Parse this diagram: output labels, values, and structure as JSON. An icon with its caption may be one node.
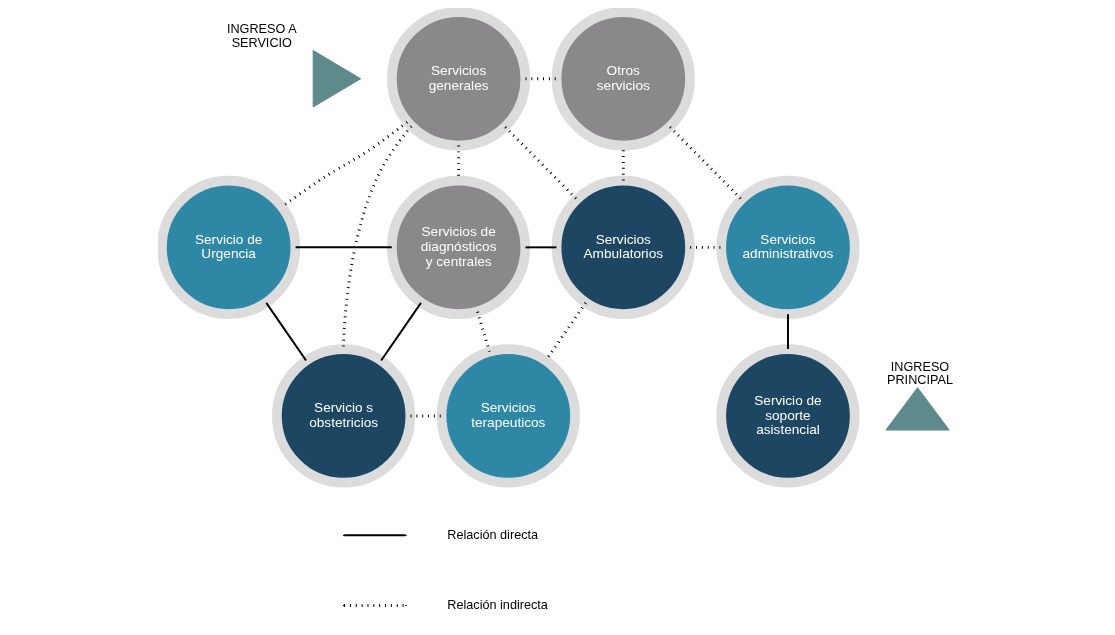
{
  "diagram": {
    "nodes": [
      {
        "text": [
          "Servicios generales"
        ]
      },
      {
        "text": [
          "Otros servicios"
        ]
      },
      {
        "text": [
          "Servicio de Urgencia"
        ]
      },
      {
        "text": [
          "Servicios de diagnósticos y centrales"
        ]
      },
      {
        "text": [
          "Servicios Ambulatorios"
        ]
      },
      {
        "text": [
          "Servicios administrativos"
        ]
      },
      {
        "text": [
          "Servicio s obstetricios"
        ]
      },
      {
        "text": [
          "Servicios terapeuticos"
        ]
      },
      {
        "text": [
          "Servicio de soporte asistencial"
        ]
      },
      {
        "text": [],
        "shape": "triangle",
        "beside": [
          "INGRESO A SERVICIO"
        ]
      },
      {
        "text": [],
        "shape": "triangle",
        "beside": [
          "INGRESO PRINCIPAL"
        ]
      }
    ],
    "edges": [
      {
        "from": 0,
        "to": 1,
        "arrow": "none",
        "style": "dashed"
      },
      {
        "from": 0,
        "to": 2,
        "arrow": "none",
        "style": "dashed"
      },
      {
        "from": 0,
        "to": 3,
        "arrow": "none",
        "style": "dashed"
      },
      {
        "from": 0,
        "to": 4,
        "arrow": "none",
        "style": "dashed"
      },
      {
        "from": 0,
        "to": 6,
        "arrow": "none",
        "style": "dashed"
      },
      {
        "from": 2,
        "to": 3,
        "arrow": "none"
      },
      {
        "from": 3,
        "to": 4,
        "arrow": "none"
      },
      {
        "from": 2,
        "to": 6,
        "arrow": "none"
      },
      {
        "from": 3,
        "to": 6,
        "arrow": "none"
      },
      {
        "from": 3,
        "to": 7,
        "arrow": "none",
        "style": "dashed"
      },
      {
        "from": 4,
        "to": 7,
        "arrow": "none",
        "style": "dashed"
      },
      {
        "from": 4,
        "to": 1,
        "arrow": "none",
        "style": "dashed"
      },
      {
        "from": 1,
        "to": 5,
        "arrow": "none",
        "style": "dashed"
      },
      {
        "from": 4,
        "to": 5,
        "arrow": "none",
        "style": "dashed"
      },
      {
        "from": 5,
        "to": 8,
        "arrow": "none"
      },
      {
        "from": 6,
        "to": 7,
        "arrow": "none",
        "style": "dashed"
      }
    ],
    "legend": [
      {
        "text": "Relación directa"
      },
      {
        "text": "Relación indirecta"
      }
    ]
  }
}
